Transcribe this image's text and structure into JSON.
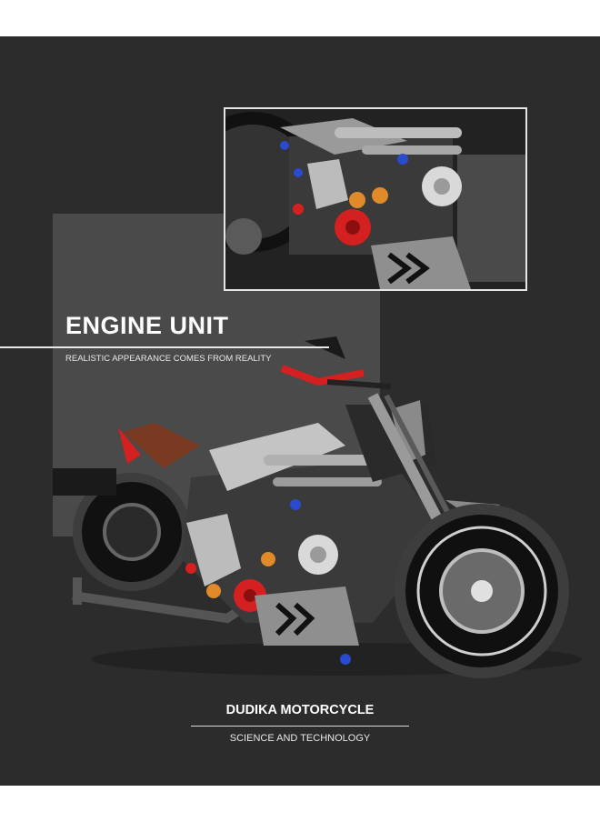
{
  "headline": "ENGINE UNIT",
  "subheadline": "REALISTIC APPEARANCE COMES FROM REALITY",
  "brand": "DUDIKA MOTORCYCLE",
  "tagline": "SCIENCE AND TECHNOLOGY",
  "colors": {
    "page_background": "#ffffff",
    "poster_background": "#2c2c2c",
    "panel": "#4a4a4a",
    "text": "#ffffff",
    "accent_red": "#d42020",
    "accent_orange": "#e08a2a",
    "accent_blue": "#2a4ad0"
  }
}
